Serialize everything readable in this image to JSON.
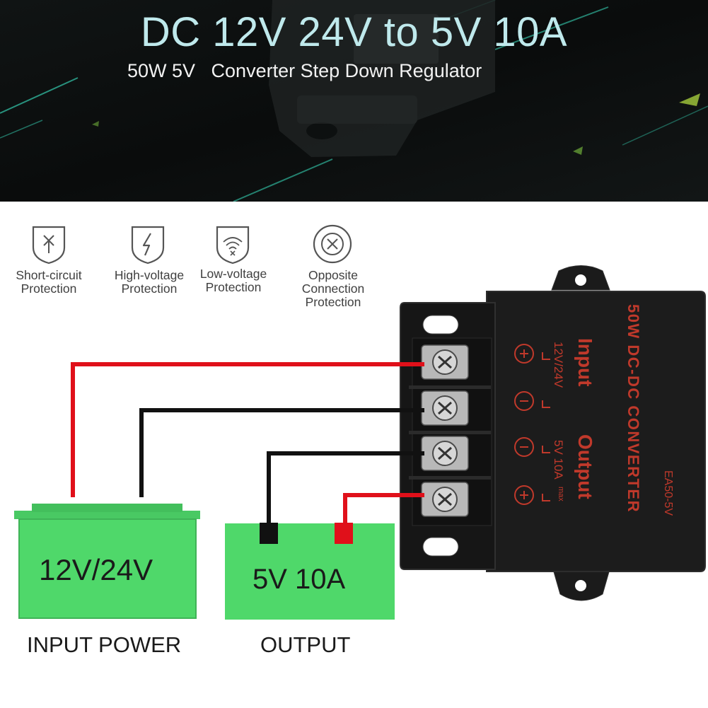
{
  "header": {
    "title": "DC 12V 24V to 5V 10A",
    "subtitle": "50W 5V   Converter Step Down Regulator"
  },
  "features": [
    {
      "icon": "short-circuit-shield-icon",
      "lines": [
        "Short-circuit",
        "Protection"
      ]
    },
    {
      "icon": "high-voltage-shield-icon",
      "lines": [
        "High-voltage",
        "Protection"
      ]
    },
    {
      "icon": "low-voltage-shield-icon",
      "lines": [
        "Low-voltage",
        "Protection"
      ]
    },
    {
      "icon": "opposite-connection-circle-icon",
      "lines": [
        "Opposite",
        "Connection",
        "Protection"
      ]
    }
  ],
  "input_battery": {
    "value": "12V/24V",
    "caption": "INPUT POWER"
  },
  "output_box": {
    "value": "5V 10A",
    "caption": "OUTPUT"
  },
  "converter": {
    "model_title": "50W DC-DC CONVERTER",
    "model_number": "EA50-5V",
    "input_label": "Input",
    "input_rating": "12V/24V",
    "output_label": "Output",
    "output_rating": "5V 10A",
    "output_max": "max",
    "plus": "+",
    "minus": "−"
  },
  "colors": {
    "wire_positive": "#e0101a",
    "wire_negative": "#111111",
    "battery_green": "#4fd86a",
    "module_body": "#1c1c1c",
    "module_text": "#c0392b",
    "title_text": "#bfe9ec"
  }
}
